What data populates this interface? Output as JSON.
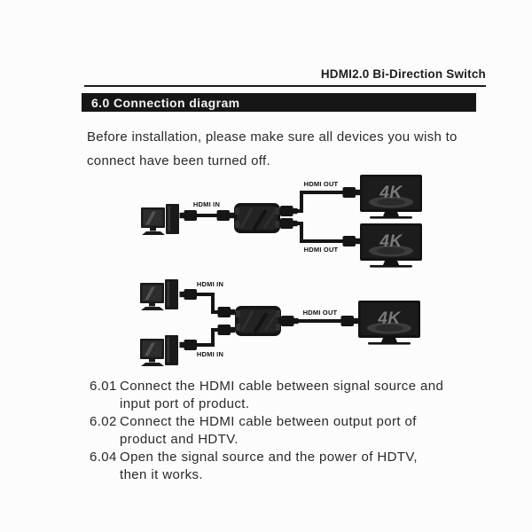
{
  "header": {
    "title": "HDMI2.0 Bi-Direction Switch"
  },
  "section": {
    "title": "6.0 Connection diagram"
  },
  "intro": {
    "line1": "Before installation, please make sure all devices you wish to",
    "line2": "connect have been turned off."
  },
  "diagram1": {
    "hdmi_in_label": "HDMI IN",
    "hdmi_out_top_label": "HDMI OUT",
    "hdmi_out_bottom_label": "HDMI OUT",
    "tv_top_label": "4K",
    "tv_bottom_label": "4K"
  },
  "diagram2": {
    "hdmi_in_top_label": "HDMI IN",
    "hdmi_in_bottom_label": "HDMI IN",
    "hdmi_out_label": "HDMI OUT",
    "tv_label": "4K"
  },
  "instructions": {
    "items": [
      {
        "num": "6.01",
        "lines": [
          "Connect the HDMI cable between signal source and",
          "input port of product."
        ]
      },
      {
        "num": "6.02",
        "lines": [
          "Connect the HDMI cable between output port of",
          "product and HDTV."
        ]
      },
      {
        "num": "6.04",
        "lines": [
          "Open the signal source and the power of HDTV,",
          "then it works."
        ]
      }
    ]
  },
  "colors": {
    "ink": "#262626",
    "bar_bg": "#161616",
    "bar_text": "#f4f4f4",
    "device": "#1a1a1a",
    "tv_text": "#7a7a7a"
  }
}
